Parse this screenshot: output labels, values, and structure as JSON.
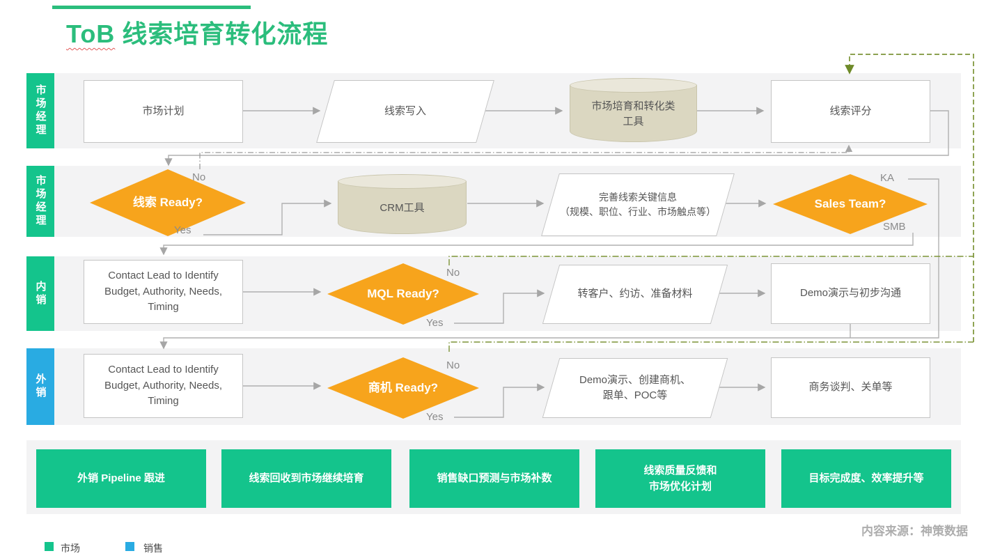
{
  "header": {
    "title_prefix": "ToB",
    "title_suffix": "线索培育转化流程"
  },
  "lanes": {
    "lane1": "市场经理",
    "lane2": "市场经理",
    "lane3": "内销",
    "lane4": "外销"
  },
  "row1": {
    "plan": "市场计划",
    "write": "线索写入",
    "tool": "市场培育和转化类\n工具",
    "score": "线索评分"
  },
  "row2": {
    "ready": "线索 Ready?",
    "no": "No",
    "yes": "Yes",
    "crm": "CRM工具",
    "enrich": "完善线索关键信息\n（规模、职位、行业、市场触点等）",
    "team": "Sales Team?",
    "ka": "KA",
    "smb": "SMB"
  },
  "row3": {
    "contact": "Contact Lead  to Identify\nBudget, Authority, Needs,\nTiming",
    "ready": "MQL Ready?",
    "no": "No",
    "yes": "Yes",
    "convert": "转客户、约访、准备材料",
    "demo": "Demo演示与初步沟通"
  },
  "row4": {
    "contact": "Contact Lead  to Identify\nBudget, Authority, Needs,\nTiming",
    "ready": "商机 Ready?",
    "no": "No",
    "yes": "Yes",
    "demo": "Demo演示、创建商机、\n跟单、POC等",
    "close": "商务谈判、关单等"
  },
  "bottom": {
    "card1": "外销 Pipeline 跟进",
    "card2": "线索回收到市场继续培育",
    "card3": "销售缺口预测与市场补数",
    "card4": "线索质量反馈和\n市场优化计划",
    "card5": "目标完成度、效率提升等"
  },
  "legend": {
    "market": "市场",
    "sales": "销售"
  },
  "footer": {
    "source": "内容来源：神策数据"
  },
  "colors": {
    "green": "#14C48C",
    "blue": "#29ABE2",
    "orange": "#F7A41C",
    "title_green": "#2BBD7C",
    "connector_gray": "#B0B0B0",
    "feedback_olive": "#7C9437",
    "cylinder_fill": "#DBD7C1"
  }
}
